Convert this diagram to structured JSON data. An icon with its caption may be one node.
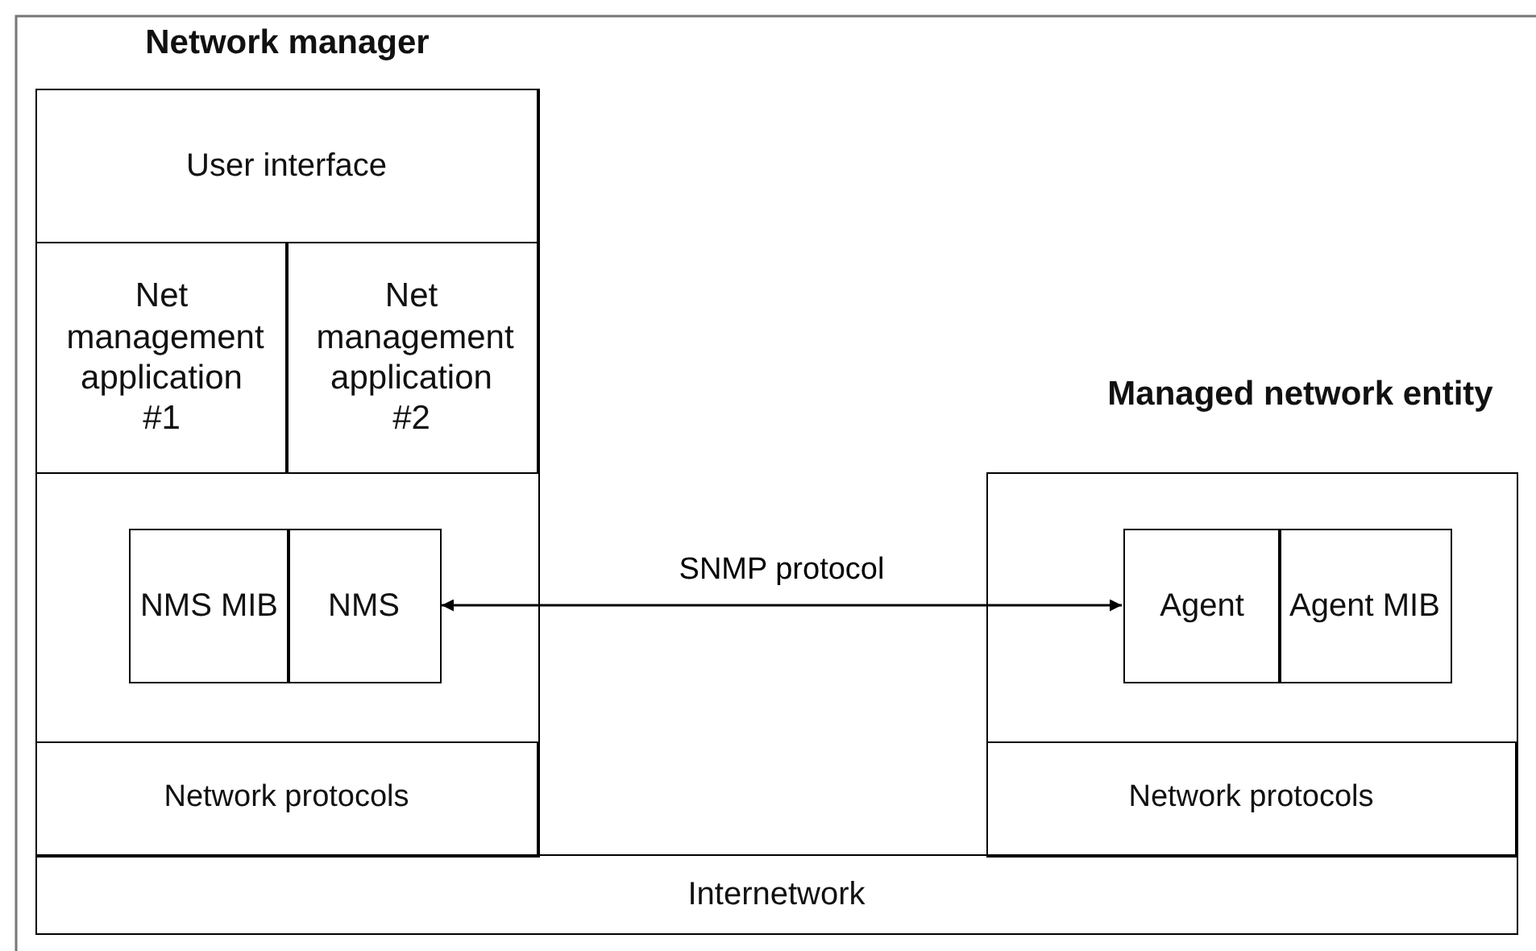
{
  "diagram": {
    "nodes": [
      {
        "text": [
          "Network manager"
        ]
      },
      {
        "text": [
          "User interface"
        ],
        "in": 0
      },
      {
        "text": [
          "Net management application #1"
        ],
        "in": 0
      },
      {
        "text": [
          "Net management application #2"
        ],
        "in": 0
      },
      {
        "text": [
          "NMS MIB"
        ],
        "in": 0
      },
      {
        "text": [
          "NMS"
        ],
        "in": 0
      },
      {
        "text": [
          "Network protocols"
        ],
        "in": 0
      },
      {
        "text": [
          "Managed network entity"
        ]
      },
      {
        "text": [
          "Agent"
        ],
        "in": 7
      },
      {
        "text": [
          "Agent MIB"
        ],
        "in": 7
      },
      {
        "text": [
          "Network protocols"
        ],
        "in": 7
      },
      {
        "text": [
          "Internetwork"
        ]
      }
    ],
    "edges": [
      {
        "from": 5,
        "to": 8,
        "arrow": "both",
        "label": "SNMP protocol"
      }
    ]
  }
}
